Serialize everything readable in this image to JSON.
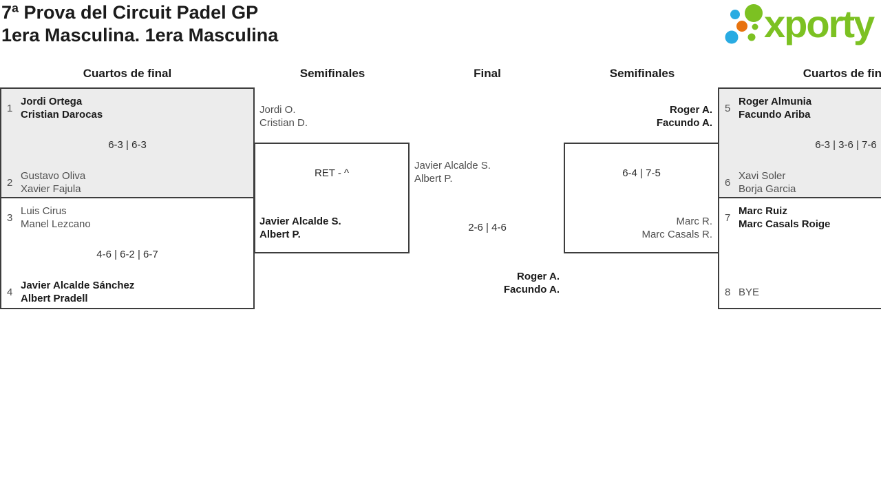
{
  "header": {
    "title_line1": "7ª Prova del Circuit Padel GP",
    "title_line2": "1era Masculina. 1era Masculina"
  },
  "logo": {
    "text": "xporty",
    "green": "#7cc122",
    "blue": "#29abe2",
    "orange": "#e8730e"
  },
  "round_headers": [
    "Cuartos de final",
    "Semifinales",
    "Final",
    "Semifinales",
    "Cuartos de final"
  ],
  "colors": {
    "box_shaded": "#ececec",
    "box_border": "#3d3d3d",
    "winner_text": "#1b1b1b",
    "muted_text": "#4f4f4f"
  },
  "matches": {
    "q1": {
      "seed_top": "1",
      "top": [
        "Jordi Ortega",
        "Cristian Darocas"
      ],
      "score": "6-3 | 6-3",
      "seed_bottom": "2",
      "bottom": [
        "Gustavo Oliva",
        "Xavier Fajula"
      ]
    },
    "q2": {
      "seed_top": "3",
      "top": [
        "Luis Cirus",
        "Manel Lezcano"
      ],
      "score": "4-6 | 6-2 | 6-7",
      "seed_bottom": "4",
      "bottom": [
        "Javier Alcalde Sánchez",
        "Albert Pradell"
      ]
    },
    "sf1": {
      "top": [
        "Jordi O.",
        "Cristian D."
      ],
      "score": "RET - ^",
      "bottom": [
        "Javier Alcalde S.",
        "Albert P."
      ]
    },
    "final": {
      "top": [
        "Javier Alcalde S.",
        "Albert P."
      ],
      "score": "2-6 | 4-6",
      "bottom": [
        "Roger A.",
        "Facundo A."
      ]
    },
    "sf2": {
      "top": [
        "Roger A.",
        "Facundo A."
      ],
      "score": "6-4 | 7-5",
      "bottom": [
        "Marc R.",
        "Marc Casals R."
      ]
    },
    "q3": {
      "seed_top": "5",
      "top": [
        "Roger Almunia",
        "Facundo Ariba"
      ],
      "score": "6-3 | 3-6 | 7-6",
      "seed_bottom": "6",
      "bottom": [
        "Xavi Soler",
        "Borja Garcia"
      ]
    },
    "q4": {
      "seed_top": "7",
      "top": [
        "Marc Ruiz",
        "Marc Casals Roige"
      ],
      "seed_bottom": "8",
      "bottom": [
        "BYE"
      ]
    }
  }
}
